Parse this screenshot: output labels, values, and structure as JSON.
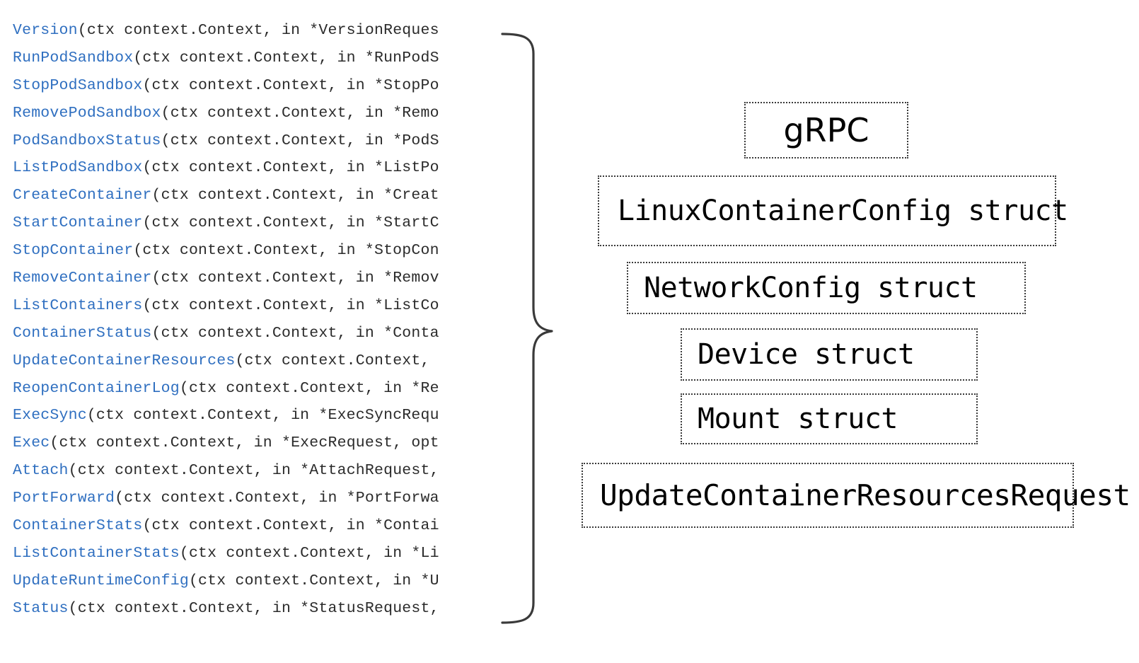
{
  "diagram": {
    "title": "CRI RuntimeService gRPC interface and related structs",
    "accent_blue": "#2f6fc0",
    "text_color": "#2b2b2b",
    "box_border_color": "#3a3a3a"
  },
  "code_list": {
    "language": "Go",
    "clipped_right": true,
    "lines": [
      {
        "fn": "Version",
        "rest": "(ctx context.Context, in *VersionReques"
      },
      {
        "fn": "RunPodSandbox",
        "rest": "(ctx context.Context, in *RunPodS"
      },
      {
        "fn": "StopPodSandbox",
        "rest": "(ctx context.Context, in *StopPo"
      },
      {
        "fn": "RemovePodSandbox",
        "rest": "(ctx context.Context, in *Remo"
      },
      {
        "fn": "PodSandboxStatus",
        "rest": "(ctx context.Context, in *PodS"
      },
      {
        "fn": "ListPodSandbox",
        "rest": "(ctx context.Context, in *ListPo"
      },
      {
        "fn": "CreateContainer",
        "rest": "(ctx context.Context, in *Creat"
      },
      {
        "fn": "StartContainer",
        "rest": "(ctx context.Context, in *StartC"
      },
      {
        "fn": "StopContainer",
        "rest": "(ctx context.Context, in *StopCon"
      },
      {
        "fn": "RemoveContainer",
        "rest": "(ctx context.Context, in *Remov"
      },
      {
        "fn": "ListContainers",
        "rest": "(ctx context.Context, in *ListCo"
      },
      {
        "fn": "ContainerStatus",
        "rest": "(ctx context.Context, in *Conta"
      },
      {
        "fn": "UpdateContainerResources",
        "rest": "(ctx context.Context, "
      },
      {
        "fn": "ReopenContainerLog",
        "rest": "(ctx context.Context, in *Re"
      },
      {
        "fn": "ExecSync",
        "rest": "(ctx context.Context, in *ExecSyncRequ"
      },
      {
        "fn": "Exec",
        "rest": "(ctx context.Context, in *ExecRequest, opt"
      },
      {
        "fn": "Attach",
        "rest": "(ctx context.Context, in *AttachRequest,"
      },
      {
        "fn": "PortForward",
        "rest": "(ctx context.Context, in *PortForwa"
      },
      {
        "fn": "ContainerStats",
        "rest": "(ctx context.Context, in *Contai"
      },
      {
        "fn": "ListContainerStats",
        "rest": "(ctx context.Context, in *Li"
      },
      {
        "fn": "UpdateRuntimeConfig",
        "rest": "(ctx context.Context, in *U"
      },
      {
        "fn": "Status",
        "rest": "(ctx context.Context, in *StatusRequest,"
      }
    ]
  },
  "brace": {
    "orientation": "right-pointing",
    "spans_all_lines": true
  },
  "boxes": [
    {
      "id": "grpc",
      "label": "gRPC",
      "style": "sans"
    },
    {
      "id": "linux",
      "label": "LinuxContainerConfig struct",
      "style": "mono"
    },
    {
      "id": "network",
      "label": "NetworkConfig struct",
      "style": "mono"
    },
    {
      "id": "device",
      "label": "Device struct",
      "style": "mono"
    },
    {
      "id": "mount",
      "label": "Mount struct",
      "style": "mono"
    },
    {
      "id": "ucrr",
      "label": "UpdateContainerResourcesRequest",
      "style": "mono"
    }
  ]
}
